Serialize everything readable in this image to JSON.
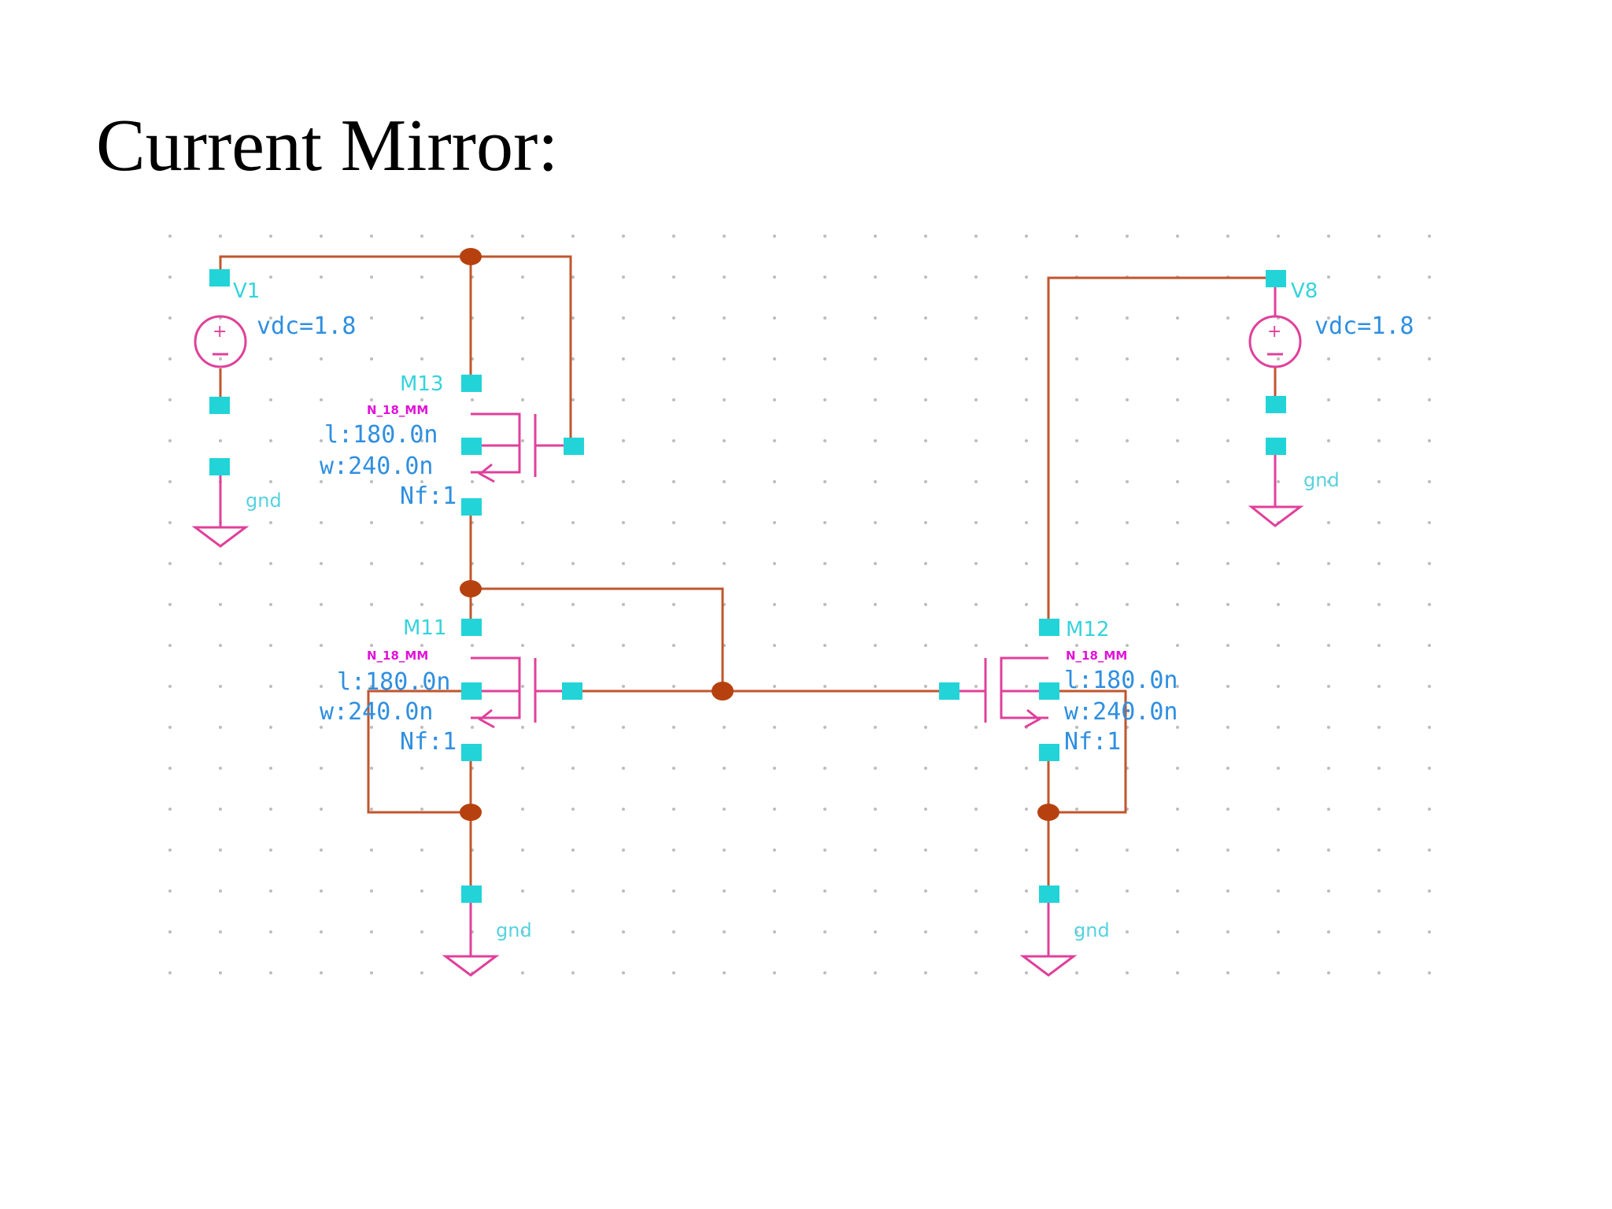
{
  "title": "Current Mirror:",
  "colors": {
    "wire": "#c0562e",
    "pin": "#22d4d8",
    "junction": "#b6410f",
    "symbol": "#e0409a",
    "parameter_text": "#2f8fe0",
    "model_text": "#e012d8"
  },
  "sources": [
    {
      "name": "V1",
      "value": "vdc=1.8",
      "ground": "gnd"
    },
    {
      "name": "V8",
      "value": "vdc=1.8",
      "ground": "gnd"
    }
  ],
  "transistors": [
    {
      "name": "M13",
      "model": "N_18_MM",
      "l": "l:180.0n",
      "w": "w:240.0n",
      "nf": "Nf:1"
    },
    {
      "name": "M11",
      "model": "N_18_MM",
      "l": "l:180.0n",
      "w": "w:240.0n",
      "nf": "Nf:1",
      "ground": "gnd"
    },
    {
      "name": "M12",
      "model": "N_18_MM",
      "l": "l:180.0n",
      "w": "w:240.0n",
      "nf": "Nf:1",
      "ground": "gnd"
    }
  ]
}
